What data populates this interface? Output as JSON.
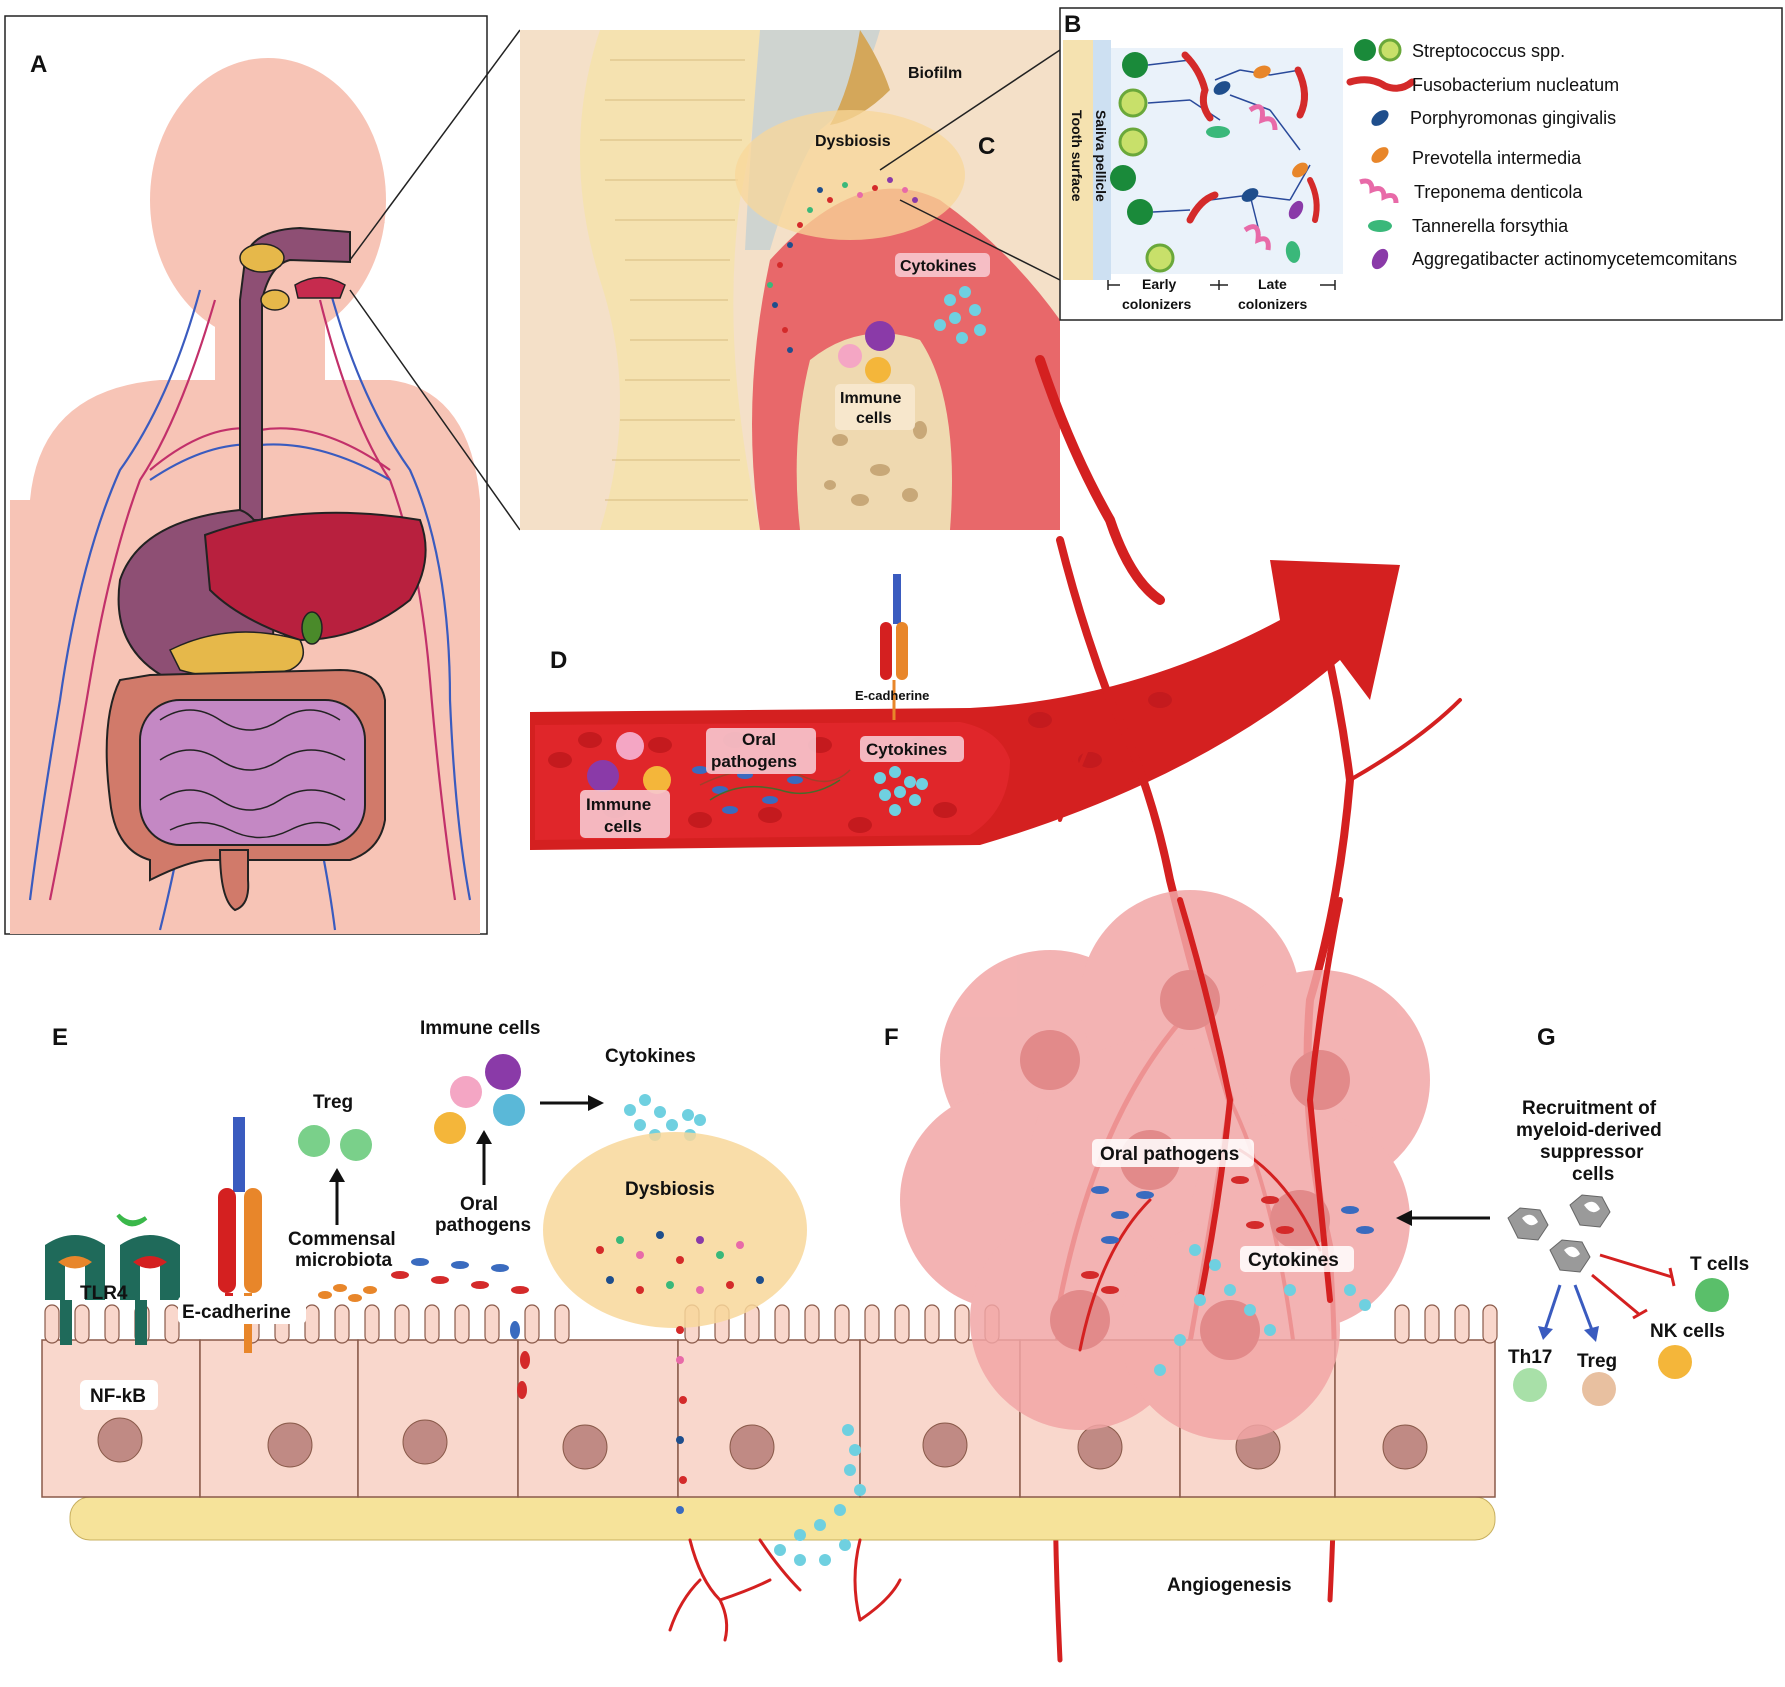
{
  "panels": {
    "a": "A",
    "b": "B",
    "c": "C",
    "d": "D",
    "e": "E",
    "f": "F",
    "g": "G"
  },
  "panel_c": {
    "biofilm": "Biofilm",
    "dysbiosis": "Dysbiosis",
    "cytokines": "Cytokines",
    "immune_cells_line1": "Immune",
    "immune_cells_line2": "cells"
  },
  "panel_b": {
    "saliva_pellicle": "Saliva pellicle",
    "tooth_surface": "Tooth surface",
    "early_line1": "Early",
    "early_line2": "colonizers",
    "late_line1": "Late",
    "late_line2": "colonizers",
    "legend": [
      {
        "label": "Streptococcus spp.",
        "icon": "streptococcus-icon",
        "color": "#1a8a3a"
      },
      {
        "label": "Fusobacterium nucleatum",
        "icon": "fusobacterium-icon",
        "color": "#d42a2a"
      },
      {
        "label": "Porphyromonas gingivalis",
        "icon": "porphyromonas-icon",
        "color": "#1f4e8c"
      },
      {
        "label": "Prevotella intermedia",
        "icon": "prevotella-icon",
        "color": "#e8862a"
      },
      {
        "label": "Treponema denticola",
        "icon": "treponema-icon",
        "color": "#e86aa8"
      },
      {
        "label": "Tannerella forsythia",
        "icon": "tannerella-icon",
        "color": "#3ab87a"
      },
      {
        "label": "Aggregatibacter actinomycetemcomitans",
        "icon": "aggregatibacter-icon",
        "color": "#8a3aa8"
      }
    ]
  },
  "panel_d": {
    "e_cadherine": "E-cadherine",
    "oral_line1": "Oral",
    "oral_line2": "pathogens",
    "cytokines": "Cytokines",
    "immune_line1": "Immune",
    "immune_line2": "cells"
  },
  "panel_e": {
    "tlr4": "TLR4",
    "nfkb": "NF-kB",
    "e_cadherine": "E-cadherine",
    "treg": "Treg",
    "commensal_line1": "Commensal",
    "commensal_line2": "microbiota",
    "immune_cells": "Immune cells",
    "cytokines": "Cytokines",
    "oral_line1": "Oral",
    "oral_line2": "pathogens",
    "dysbiosis": "Dysbiosis"
  },
  "panel_f": {
    "oral_pathogens": "Oral pathogens",
    "cytokines": "Cytokines",
    "angiogenesis": "Angiogenesis"
  },
  "panel_g": {
    "recruit_line1": "Recruitment of",
    "recruit_line2": "myeloid-derived",
    "recruit_line3": "suppressor",
    "recruit_line4": "cells",
    "t_cells": "T cells",
    "nk_cells": "NK cells",
    "th17": "Th17",
    "treg": "Treg"
  },
  "colors": {
    "skin": "#f7c4b6",
    "vessel_red": "#d42020",
    "vessel_blue": "#3a5bbf",
    "epithelium": "#f9d7cc",
    "membrane": "#f6e39a",
    "dysbiosis_halo": "#f8d79a",
    "cytokine": "#6fd0e0",
    "tumor": "#f2a6a6"
  }
}
